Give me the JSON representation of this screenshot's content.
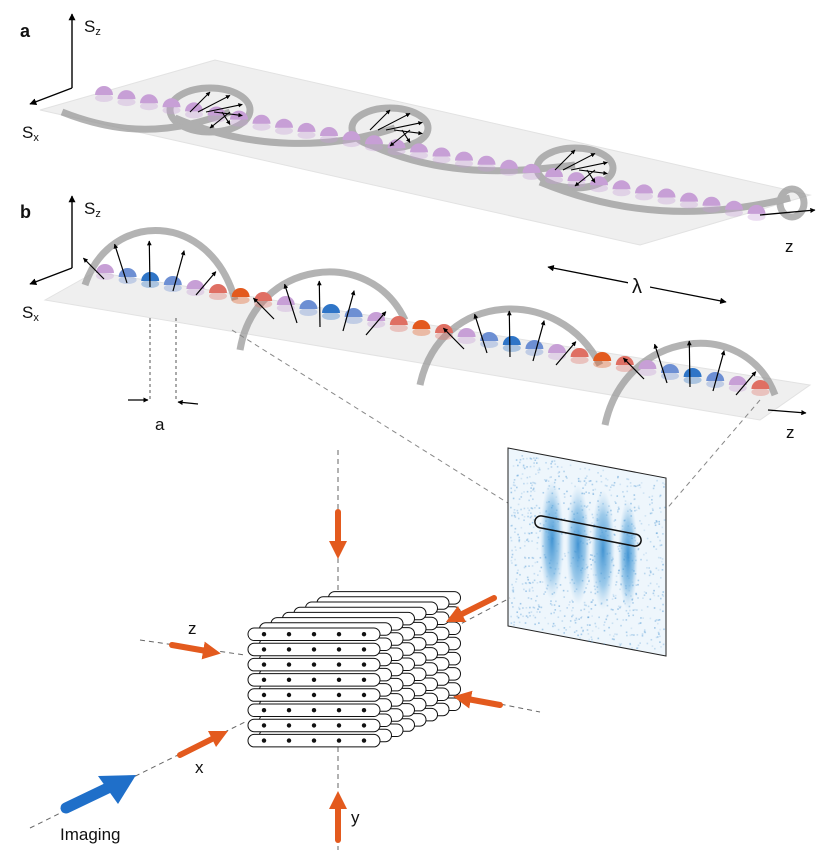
{
  "panel_a": {
    "label": "a",
    "axis_vertical": "S",
    "axis_vertical_sub": "z",
    "axis_horizontal": "S",
    "axis_horizontal_sub": "x",
    "axis_long": "z"
  },
  "panel_b": {
    "label": "b",
    "axis_vertical": "S",
    "axis_vertical_sub": "z",
    "axis_horizontal": "S",
    "axis_horizontal_sub": "x",
    "axis_long": "z",
    "wavelength": "λ",
    "spacing": "a"
  },
  "lattice": {
    "axis_z": "z",
    "axis_x": "x",
    "axis_y": "y",
    "imaging": "Imaging"
  },
  "colors": {
    "purple": "#c79fd6",
    "blue": "#2f75c7",
    "lightblue": "#6d8fd3",
    "red": "#df6f63",
    "orange": "#e35a1e",
    "imaging_blue": "#1f6fc9",
    "beam": "#e35a1e",
    "plane": "#eeeeee"
  }
}
